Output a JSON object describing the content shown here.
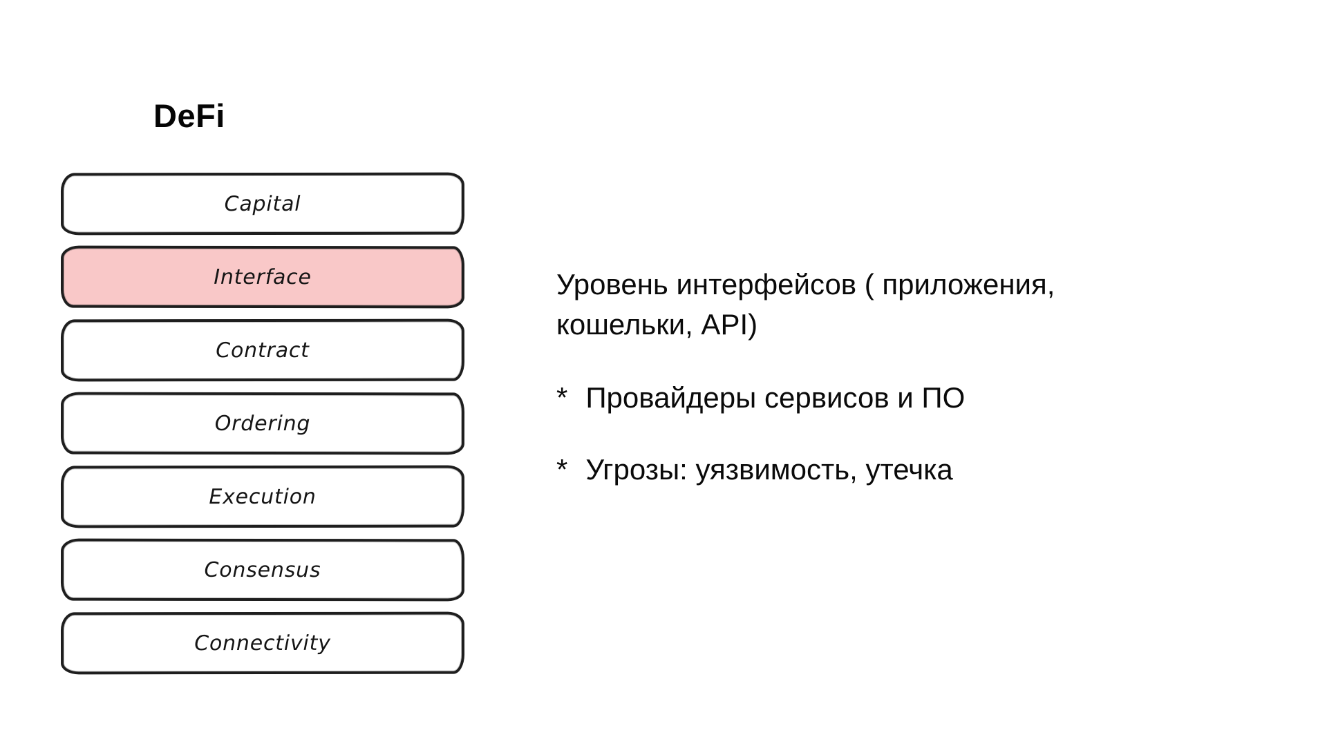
{
  "title": "DeFi",
  "colors": {
    "background": "#ffffff",
    "stroke": "#1e1e1e",
    "highlight_fill": "#f9c8c8",
    "text": "#0a0a0a"
  },
  "diagram": {
    "layers": [
      {
        "label": "Capital",
        "highlighted": false
      },
      {
        "label": "Interface",
        "highlighted": true
      },
      {
        "label": "Contract",
        "highlighted": false
      },
      {
        "label": "Ordering",
        "highlighted": false
      },
      {
        "label": "Execution",
        "highlighted": false
      },
      {
        "label": "Consensus",
        "highlighted": false
      },
      {
        "label": "Connectivity",
        "highlighted": false
      }
    ]
  },
  "right_panel": {
    "description_lines": [
      "Уровень интерфейсов ( приложения,",
      "кошельки, API)"
    ],
    "bullets": [
      {
        "marker": "*",
        "text": "Провайдеры сервисов и ПО"
      },
      {
        "marker": "*",
        "text": "Угрозы: уязвимость, утечка"
      }
    ]
  }
}
